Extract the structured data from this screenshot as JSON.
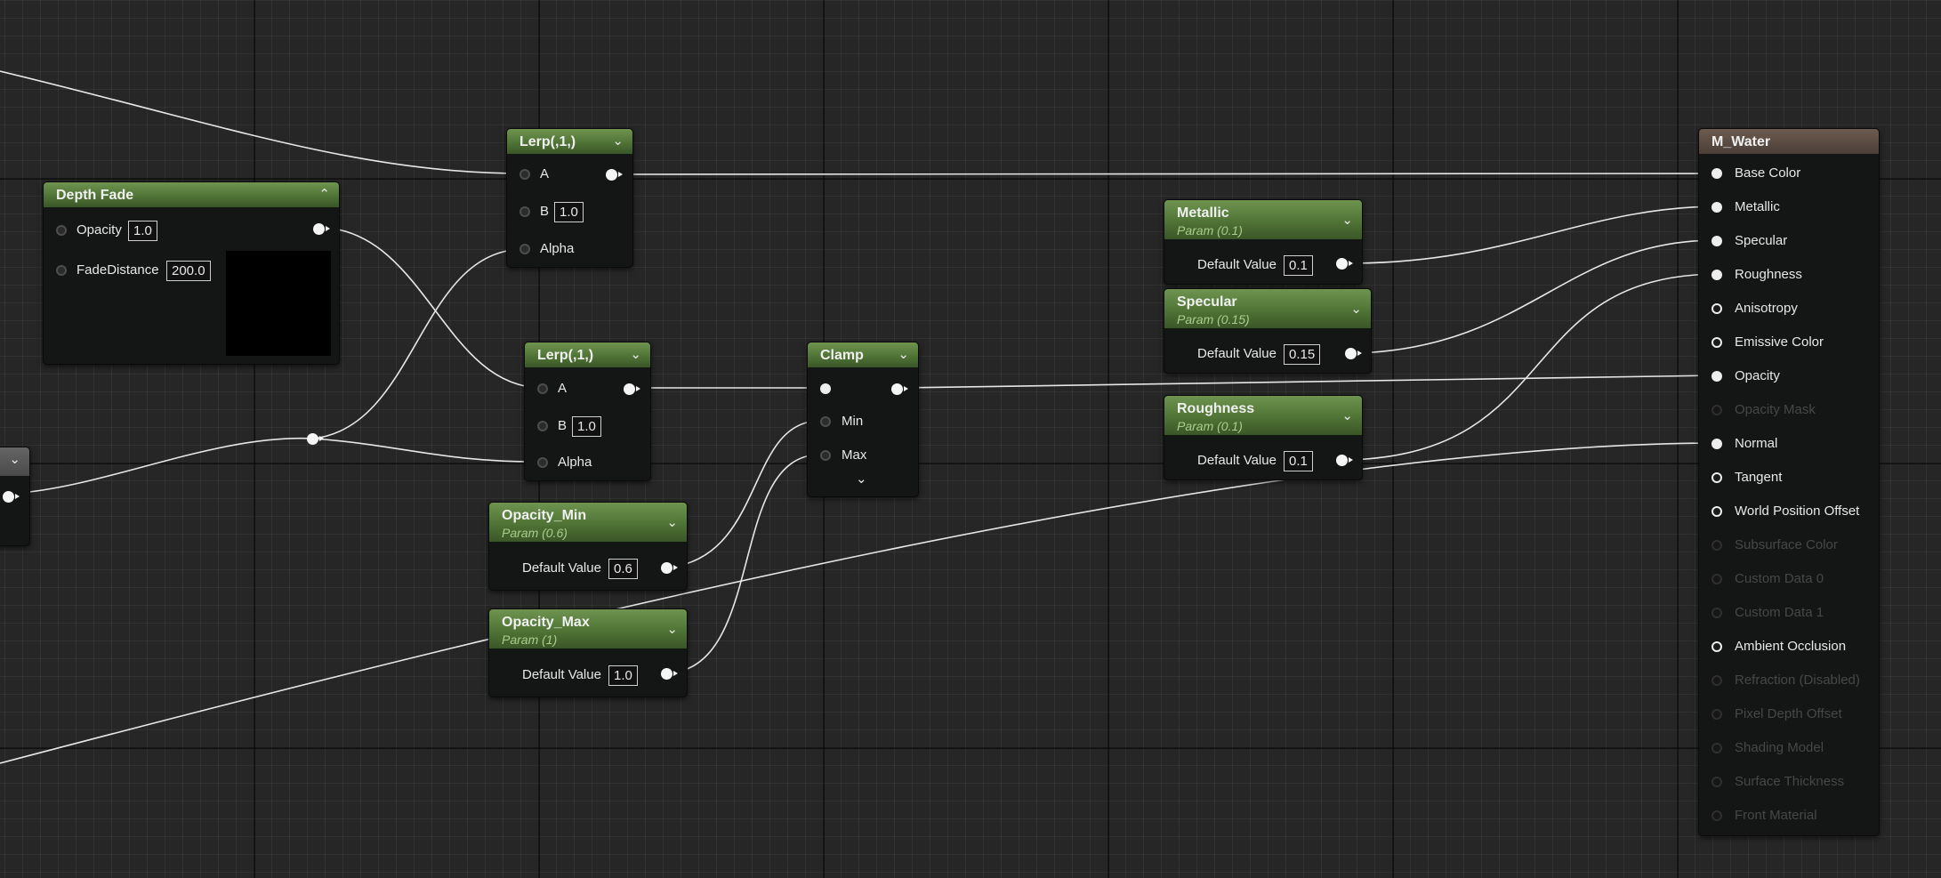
{
  "nodes": {
    "depth_fade": {
      "title": "Depth Fade",
      "opacity_label": "Opacity",
      "opacity_value": "1.0",
      "fade_label": "FadeDistance",
      "fade_value": "200.0"
    },
    "lerp_top": {
      "title": "Lerp(,1,)",
      "a_label": "A",
      "b_label": "B",
      "b_value": "1.0",
      "alpha_label": "Alpha"
    },
    "lerp_mid": {
      "title": "Lerp(,1,)",
      "a_label": "A",
      "b_label": "B",
      "b_value": "1.0",
      "alpha_label": "Alpha"
    },
    "clamp": {
      "title": "Clamp",
      "min_label": "Min",
      "max_label": "Max"
    },
    "opacity_min": {
      "title": "Opacity_Min",
      "subtitle": "Param (0.6)",
      "default_label": "Default Value",
      "default_value": "0.6"
    },
    "opacity_max": {
      "title": "Opacity_Max",
      "subtitle": "Param (1)",
      "default_label": "Default Value",
      "default_value": "1.0"
    },
    "metallic": {
      "title": "Metallic",
      "subtitle": "Param (0.1)",
      "default_label": "Default Value",
      "default_value": "0.1"
    },
    "specular": {
      "title": "Specular",
      "subtitle": "Param (0.15)",
      "default_label": "Default Value",
      "default_value": "0.15"
    },
    "roughness": {
      "title": "Roughness",
      "subtitle": "Param (0.1)",
      "default_label": "Default Value",
      "default_value": "0.1"
    },
    "material": {
      "title": "M_Water",
      "inputs": [
        {
          "label": "Base Color",
          "state": "connected"
        },
        {
          "label": "Metallic",
          "state": "connected"
        },
        {
          "label": "Specular",
          "state": "connected"
        },
        {
          "label": "Roughness",
          "state": "connected"
        },
        {
          "label": "Anisotropy",
          "state": "available"
        },
        {
          "label": "Emissive Color",
          "state": "available"
        },
        {
          "label": "Opacity",
          "state": "connected"
        },
        {
          "label": "Opacity Mask",
          "state": "disabled"
        },
        {
          "label": "Normal",
          "state": "connected"
        },
        {
          "label": "Tangent",
          "state": "available"
        },
        {
          "label": "World Position Offset",
          "state": "available"
        },
        {
          "label": "Subsurface Color",
          "state": "disabled"
        },
        {
          "label": "Custom Data 0",
          "state": "disabled"
        },
        {
          "label": "Custom Data 1",
          "state": "disabled"
        },
        {
          "label": "Ambient Occlusion",
          "state": "available"
        },
        {
          "label": "Refraction (Disabled)",
          "state": "disabled"
        },
        {
          "label": "Pixel Depth Offset",
          "state": "disabled"
        },
        {
          "label": "Shading Model",
          "state": "disabled"
        },
        {
          "label": "Surface Thickness",
          "state": "disabled"
        },
        {
          "label": "Front Material",
          "state": "disabled"
        }
      ]
    }
  },
  "colors": {
    "graph_bg": "#262626",
    "param_header": "#557a3a",
    "result_header": "#5a4a40",
    "wire": "#e6e6e6"
  },
  "icons": {
    "collapse": "chevron-up-icon",
    "expand": "chevron-down-icon"
  }
}
